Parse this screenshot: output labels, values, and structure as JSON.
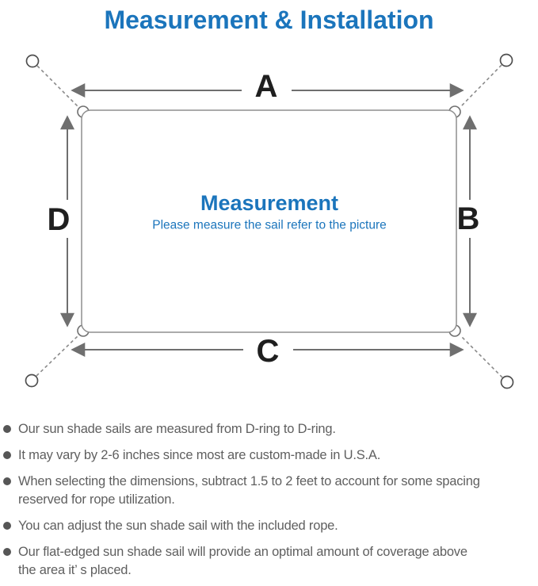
{
  "title": "Measurement & Installation",
  "diagram": {
    "labels": {
      "top": "A",
      "right": "B",
      "bottom": "C",
      "left": "D"
    },
    "center_title": "Measurement",
    "center_subtitle": "Please measure the sail refer to the picture"
  },
  "notes": [
    {
      "text": "Our sun shade sails are measured from D-ring to D-ring."
    },
    {
      "text": "It may vary by 2-6 inches since most are custom-made in U.S.A."
    },
    {
      "text": "When selecting the dimensions, subtract 1.5 to 2 feet to account for some spacing\nreserved for rope utilization."
    },
    {
      "text": "You can adjust the sun shade sail with the included rope."
    },
    {
      "text": "Our flat-edged sun shade sail will provide an optimal amount of coverage above\nthe area it’ s placed."
    }
  ],
  "colors": {
    "accent_blue": "#1b75bc",
    "diagram_line_gray": "#8a8a8a",
    "arrow_gray": "#6f6f6f",
    "note_text_gray": "#5f5f5f"
  }
}
